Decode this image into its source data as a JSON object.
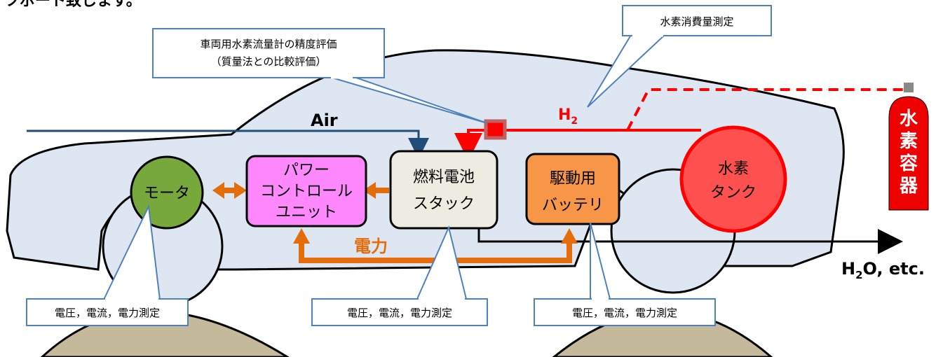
{
  "header_fragment": "ツポート致します。",
  "labels": {
    "air": "Air",
    "h2": "H",
    "h2_sub": "2",
    "water": "H",
    "water_sub": "2",
    "water_rest": "O, etc.",
    "power": "電力"
  },
  "components": {
    "motor": "モータ",
    "pcu": [
      "パワー",
      "コントロール",
      "ユニット"
    ],
    "fuel_cell": [
      "燃料電池",
      "スタック"
    ],
    "battery": [
      "駆動用",
      "バッテリ"
    ],
    "tank": [
      "水素",
      "タンク"
    ],
    "container": [
      "水",
      "素",
      "容",
      "器"
    ]
  },
  "callouts": {
    "flowmeter": [
      "車両用水素流量計の精度評価",
      "（質量法との比較評価）"
    ],
    "consumption": "水素消費量測定",
    "motor_measure": "電圧，電流，電力測定",
    "fc_measure": "電圧，電流，電力測定",
    "battery_measure": "電圧，電流，電力測定"
  },
  "colors": {
    "car_body": "#dde6f1",
    "car_outline": "#000000",
    "callout_border": "#4f81bd",
    "hydrogen": "#ff0000",
    "air_line": "#1f4e79",
    "power_arrow": "#e46c0a",
    "motor_fill": "#77a83c",
    "pcu_fill": "#ff88ff",
    "fuel_cell_fill": "#eeece1",
    "battery_fill": "#f79646",
    "tank_fill": "#ff5050",
    "container_fill": "#ee0000",
    "ground": "#c4b99a"
  }
}
